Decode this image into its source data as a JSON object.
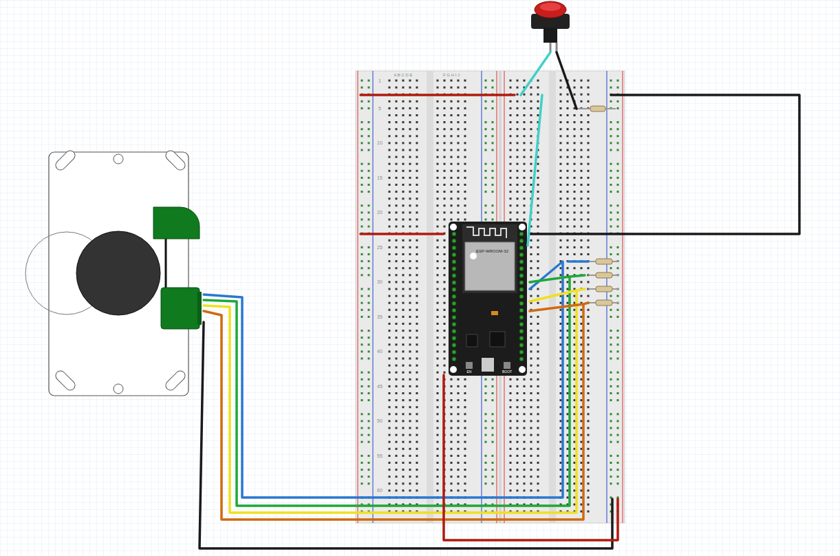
{
  "diagram": {
    "nodes": [
      {
        "text": [
          "ESP-WROOM-32",
          "EN",
          "BOOT"
        ]
      }
    ],
    "labels": [
      "A B C D E",
      "F G H I J",
      "1",
      "5",
      "10",
      "15",
      "20",
      "25",
      "30",
      "35",
      "40",
      "45",
      "50",
      "55",
      "60"
    ]
  }
}
